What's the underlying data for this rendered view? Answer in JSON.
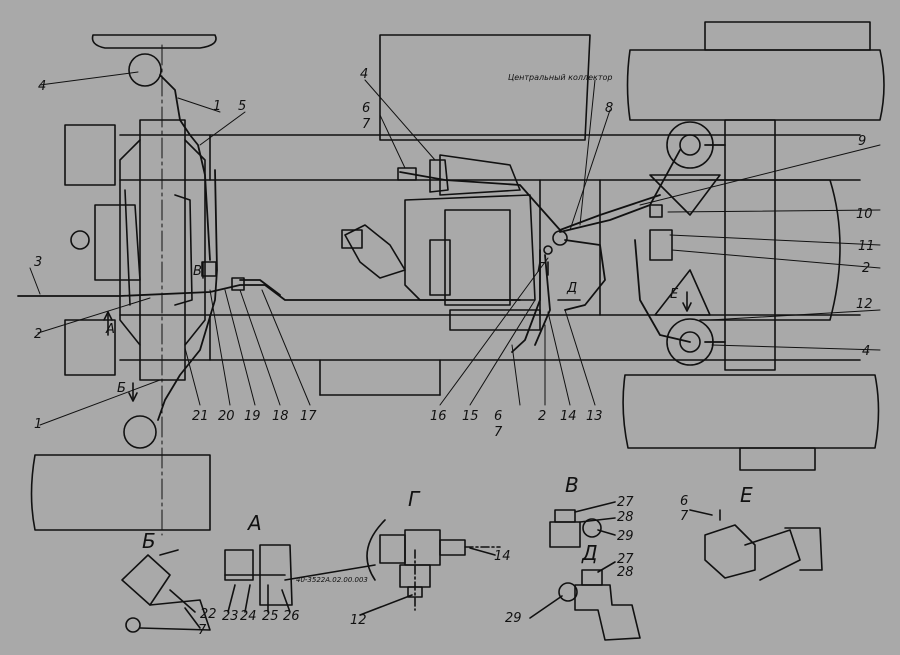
{
  "labels": {
    "manifold": "Центральный коллектор",
    "part_number": "40-3522А.02.00.003",
    "c1": "1",
    "c2": "2",
    "c3": "3",
    "c4": "4",
    "c5": "5",
    "c6": "6",
    "c7": "7",
    "c8": "8",
    "c9": "9",
    "c10": "10",
    "c11": "11",
    "c12": "12",
    "c13": "13",
    "c14": "14",
    "c15": "15",
    "c16": "16",
    "c17": "17",
    "c18": "18",
    "c19": "19",
    "c20": "20",
    "c21": "21",
    "c22": "22",
    "c23": "23",
    "c24": "24",
    "c25": "25",
    "c26": "26",
    "c27": "27",
    "c28": "28",
    "c29": "29"
  },
  "views": {
    "A": "А",
    "B": "Б",
    "V": "В",
    "G": "Г",
    "D": "Д",
    "E": "Е"
  }
}
